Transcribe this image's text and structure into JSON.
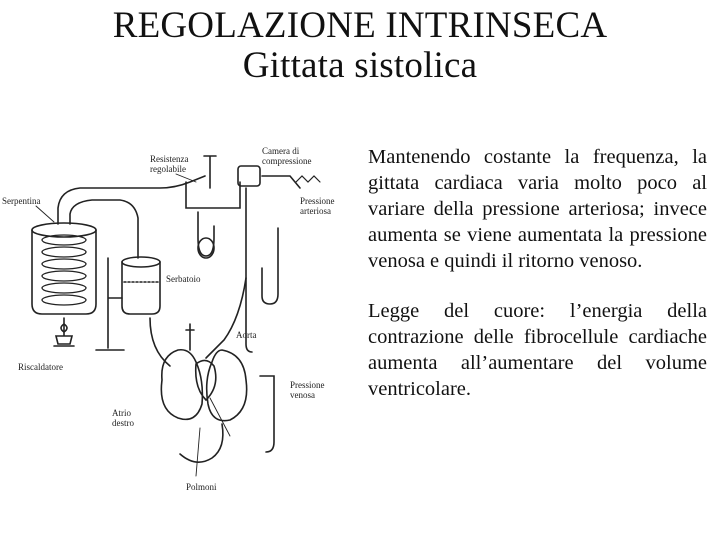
{
  "slide": {
    "title": "REGOLAZIONE INTRINSECA",
    "subtitle": "Gittata sistolica"
  },
  "figure": {
    "labels": {
      "serpentina": "Serpentina",
      "resistenza_1": "Resistenza",
      "resistenza_2": "regolabile",
      "camera_1": "Camera di",
      "camera_2": "compressione",
      "pressione_art_1": "Pressione",
      "pressione_art_2": "arteriosa",
      "serbatoio": "Serbatoio",
      "riscaldatore": "Riscaldatore",
      "aorta": "Aorta",
      "pressione_ven_1": "Pressione",
      "pressione_ven_2": "venosa",
      "atrio_1": "Atrio",
      "atrio_2": "destro",
      "polmoni": "Polmoni"
    }
  },
  "body": {
    "paragraph_1": "Mantenendo costante la frequenza, la gittata cardiaca varia molto poco al variare della pressione arteriosa; invece aumenta se viene aumentata la pressione venosa e quindi il ritorno venoso.",
    "paragraph_2": "Legge del cuore: l’energia della contrazione delle fibrocellule cardiache aumenta all’aumentare del volume ventricolare."
  }
}
